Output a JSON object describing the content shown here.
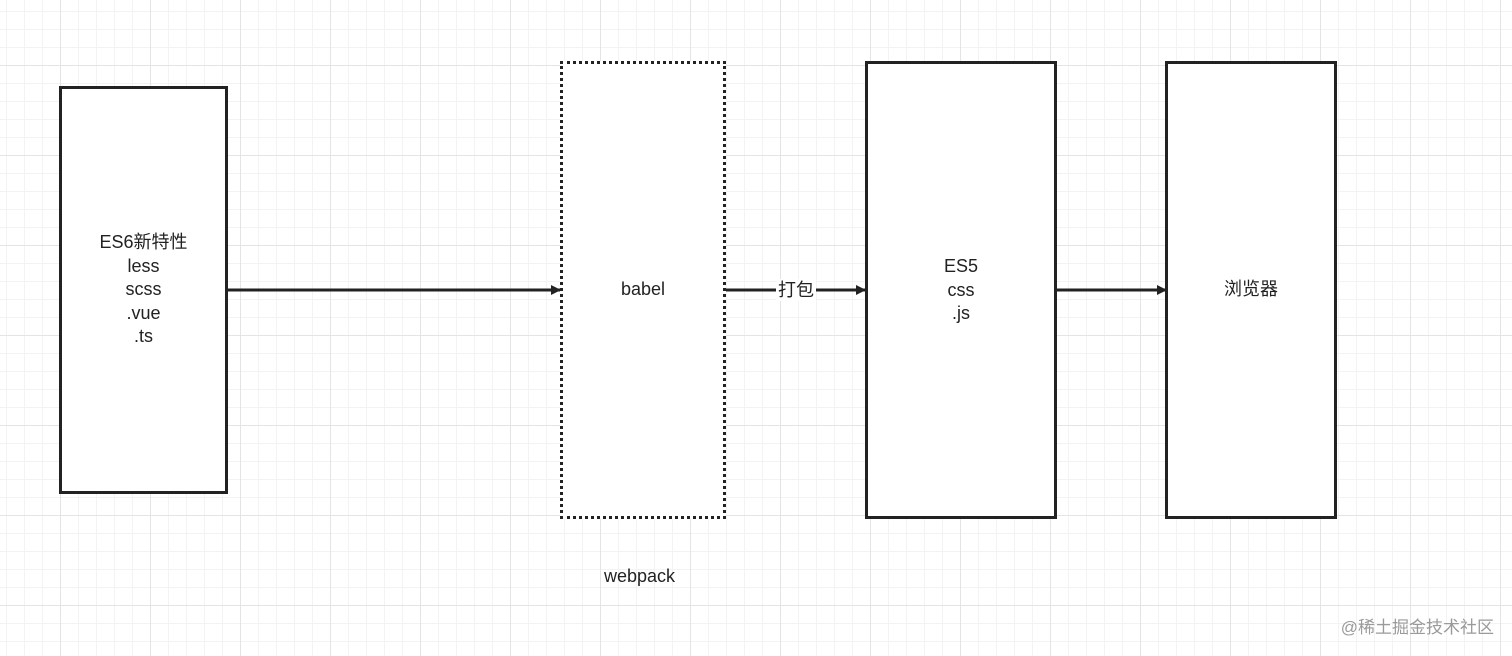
{
  "nodes": {
    "source": {
      "lines": [
        "ES6新特性",
        "less",
        "scss",
        ".vue",
        ".ts"
      ]
    },
    "babel": {
      "lines": [
        "babel"
      ]
    },
    "output": {
      "lines": [
        "ES5",
        "css",
        ".js"
      ]
    },
    "browser": {
      "lines": [
        "浏览器"
      ]
    }
  },
  "edges": {
    "babel_to_output": {
      "label": "打包"
    }
  },
  "caption": "webpack",
  "watermark": "@稀土掘金技术社区"
}
